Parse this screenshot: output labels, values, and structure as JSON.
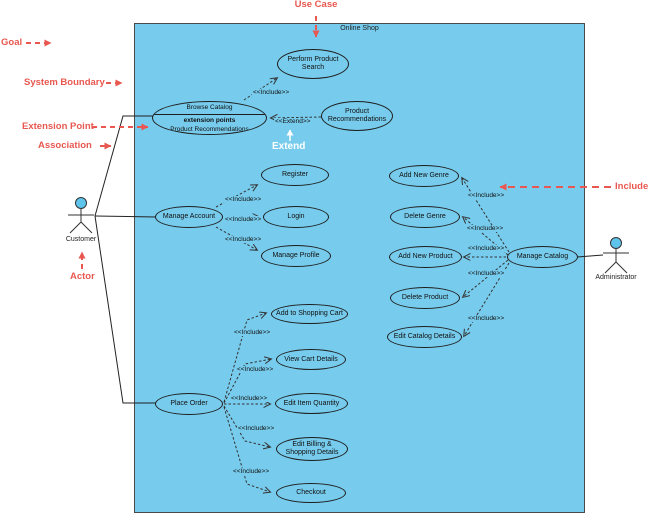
{
  "diagram": {
    "system_title": "Online Shop",
    "actors": [
      {
        "name": "Customer"
      },
      {
        "name": "Administrator"
      }
    ],
    "use_cases": {
      "perform_product_search": "Perform Product Search",
      "browse_catalog": {
        "title": "Browse Catalog",
        "extension_points_label": "extension points",
        "extension_point": "Product Recommendations"
      },
      "product_recommendations": "Product Recommendations",
      "manage_account": "Manage Account",
      "register": "Register",
      "login": "Login",
      "manage_profile": "Manage Profile",
      "place_order": "Place Order",
      "add_to_shopping_cart": "Add to Shopping Cart",
      "view_cart_details": "View Cart Details",
      "edit_item_quantity": "Edit Item Quantity",
      "edit_billing_shopping_details": "Edit Billing & Shopping Details",
      "checkout": "Checkout",
      "add_new_genre": "Add New Genre",
      "delete_genre": "Delete Genre",
      "add_new_product": "Add New Product",
      "delete_product": "Delete Product",
      "edit_catalog_details": "Edit Catalog Details",
      "manage_catalog": "Manage Catalog"
    },
    "stereotypes": {
      "include": "<<Include>>",
      "extend": "<<Extend>>"
    },
    "annotations": {
      "use_case": "Use Case",
      "goal": "Goal",
      "system_boundary": "System Boundary",
      "extension_point": "Extension Point",
      "association": "Association",
      "extend": "Extend",
      "actor": "Actor",
      "include": "Include"
    },
    "colors": {
      "boundary_fill": "#77cbec",
      "actor_head_fill": "#5ec4ec",
      "annotation_red": "#e85850",
      "connector": "#333333"
    }
  }
}
